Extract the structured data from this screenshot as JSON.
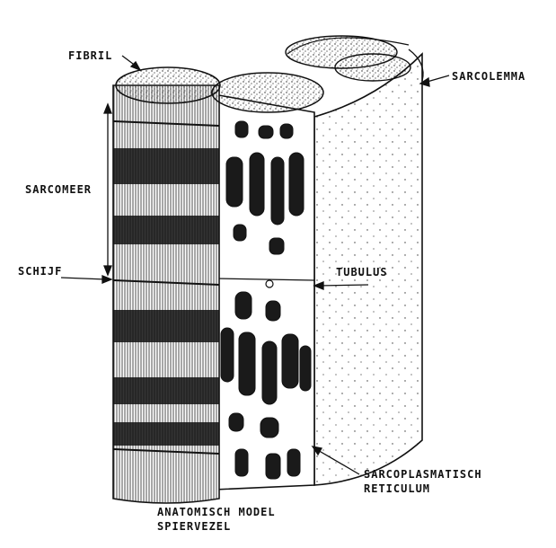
{
  "labels": {
    "fibril": "FIBRIL",
    "sarcolemma": "SARCOLEMMA",
    "sarcomeer": "SARCOMEER",
    "schijf": "SCHIJF",
    "tubulus": "TUBULUS",
    "sarcoplasmatisch": "SARCOPLASMATISCH",
    "reticulum": "RETICULUM"
  },
  "caption": {
    "line1": "ANATOMISCH MODEL",
    "line2": "SPIERVEZEL"
  },
  "colors": {
    "ink": "#111111",
    "paper": "#ffffff"
  }
}
